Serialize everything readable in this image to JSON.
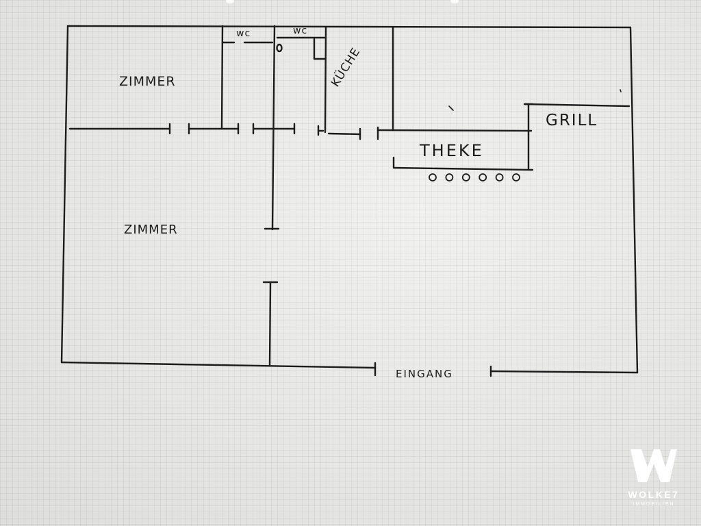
{
  "plan": {
    "rooms": {
      "zimmer_top": "ZIMMER",
      "zimmer_bottom": "ZIMMER",
      "wc_left": "WC",
      "wc_right": "WC",
      "kueche": "KÜCHE",
      "theke": "THEKE",
      "grill": "GRILL",
      "eingang": "EINGANG"
    },
    "stool_count": 6
  },
  "watermark": {
    "icon": "w-logo-icon",
    "name": "WOLKE7",
    "subtitle": "IMMOBILIEN",
    "color": "#ffffff"
  },
  "colors": {
    "ink": "#1c1c1c",
    "paper": "#ececea"
  }
}
